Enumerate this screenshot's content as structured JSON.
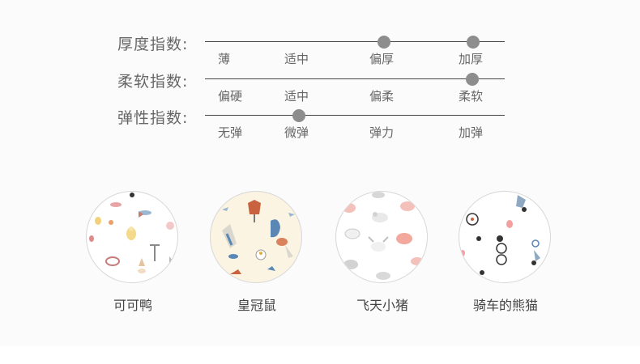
{
  "indices": [
    {
      "label": "厚度指数:",
      "options": [
        "薄",
        "适中",
        "偏厚",
        "加厚"
      ],
      "selected_positions": [
        2,
        3
      ]
    },
    {
      "label": "柔软指数:",
      "options": [
        "偏硬",
        "适中",
        "偏柔",
        "柔软"
      ],
      "selected_positions": [
        3
      ]
    },
    {
      "label": "弹性指数:",
      "options": [
        "无弹",
        "微弹",
        "弹力",
        "加弹"
      ],
      "selected_positions": [
        1
      ]
    }
  ],
  "colors": {
    "knob": "#8d8d8d",
    "line": "#444444",
    "label_text": "#666666",
    "swatch_cream": "#fbf4e2",
    "swatch_white": "#ffffff"
  },
  "patterns": [
    {
      "name": "可可鸭",
      "background": "#ffffff",
      "icon": "duck-pattern-swatch"
    },
    {
      "name": "皇冠鼠",
      "background": "#fbf4e2",
      "icon": "crown-mouse-pattern-swatch"
    },
    {
      "name": "飞天小猪",
      "background": "#ffffff",
      "icon": "flying-pig-pattern-swatch"
    },
    {
      "name": "骑车的熊猫",
      "background": "#ffffff",
      "icon": "cycling-panda-pattern-swatch"
    }
  ]
}
